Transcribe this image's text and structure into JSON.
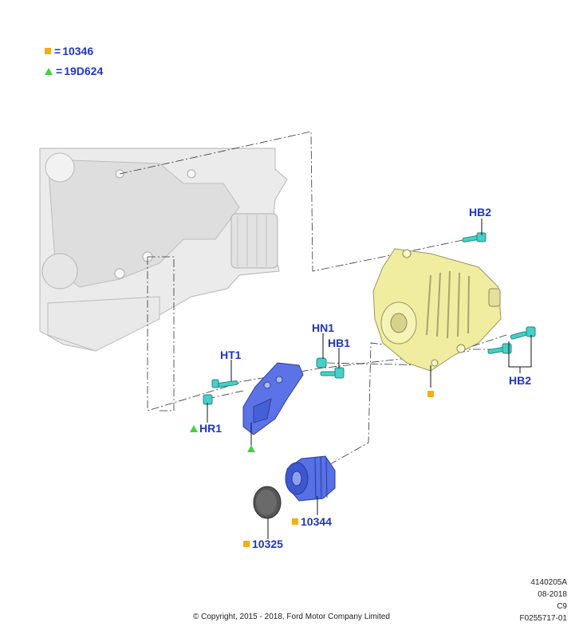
{
  "legend": [
    {
      "symbol": "square-orange",
      "equals": "=",
      "code": "10346"
    },
    {
      "symbol": "triangle-green",
      "equals": "=",
      "code": "19D624"
    }
  ],
  "callouts": {
    "hb2_top": "HB2",
    "hb2_right": "HB2",
    "hn1": "HN1",
    "hb1": "HB1",
    "ht1": "HT1",
    "hr1": "HR1",
    "p10344": "10344",
    "p10325": "10325"
  },
  "footer": {
    "drawing_id": "4140205A",
    "date": "08-2018",
    "variant": "C9",
    "figure_id": "F0255717-01",
    "copyright": "© Copyright, 2015 - 2018, Ford Motor Company Limited"
  },
  "colors": {
    "callout_text": "#1d35c8",
    "square_marker": "#f6ad12",
    "triangle_marker": "#44d13f",
    "alternator": "#f2efa4",
    "bracket": "#4e67e0",
    "pulley": "#4e67e0",
    "bolts": "#43c9c3",
    "engine": "#e6e6e6"
  },
  "icons": {
    "square_marker": "square-marker-icon",
    "triangle_marker": "triangle-marker-icon"
  }
}
